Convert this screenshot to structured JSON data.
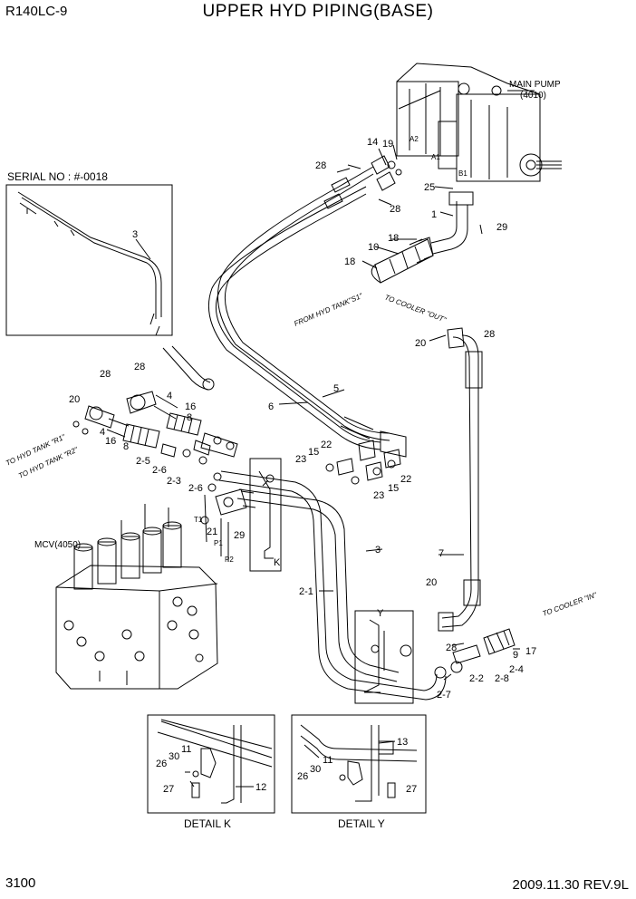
{
  "header": {
    "model": "R140LC-9",
    "title": "UPPER HYD PIPING(BASE)"
  },
  "footer": {
    "page_number": "3100",
    "date_revision": "2009.11.30  REV.9L"
  },
  "serial_box": {
    "label": "SERIAL NO : #-0018"
  },
  "components": {
    "main_pump": "MAIN PUMP",
    "main_pump_ref": "(4010)",
    "mcv": "MCV(4050)"
  },
  "port_labels": {
    "a1": "A1",
    "a2": "A2",
    "b1": "B1",
    "t1": "T1",
    "p1": "P1",
    "p2": "P2",
    "k": "K",
    "y": "Y"
  },
  "routing_labels": {
    "from_tank": "FROM HYD TANK\"S1\"",
    "to_cooler_out": "TO COOLER \"OUT\"",
    "to_cooler_in": "TO COOLER \"IN\"",
    "to_tank_r1": "TO HYD TANK \"R1\"",
    "to_tank_r2": "TO HYD TANK \"R2\""
  },
  "details": {
    "k": "DETAIL K",
    "y": "DETAIL Y"
  },
  "callouts": [
    "14",
    "19",
    "28",
    "28",
    "25",
    "1",
    "29",
    "18",
    "10",
    "18",
    "20",
    "28",
    "3",
    "28",
    "28",
    "4",
    "20",
    "4",
    "16",
    "8",
    "16",
    "8",
    "5",
    "6",
    "15",
    "22",
    "23",
    "22",
    "2-5",
    "2-6",
    "2-3",
    "2-6",
    "15",
    "23",
    "21",
    "29",
    "3",
    "7",
    "2-1",
    "20",
    "28",
    "9",
    "17",
    "2-2",
    "2-4",
    "2-8",
    "2-7",
    "11",
    "30",
    "26",
    "27",
    "12",
    "13",
    "11",
    "30",
    "26",
    "27"
  ]
}
